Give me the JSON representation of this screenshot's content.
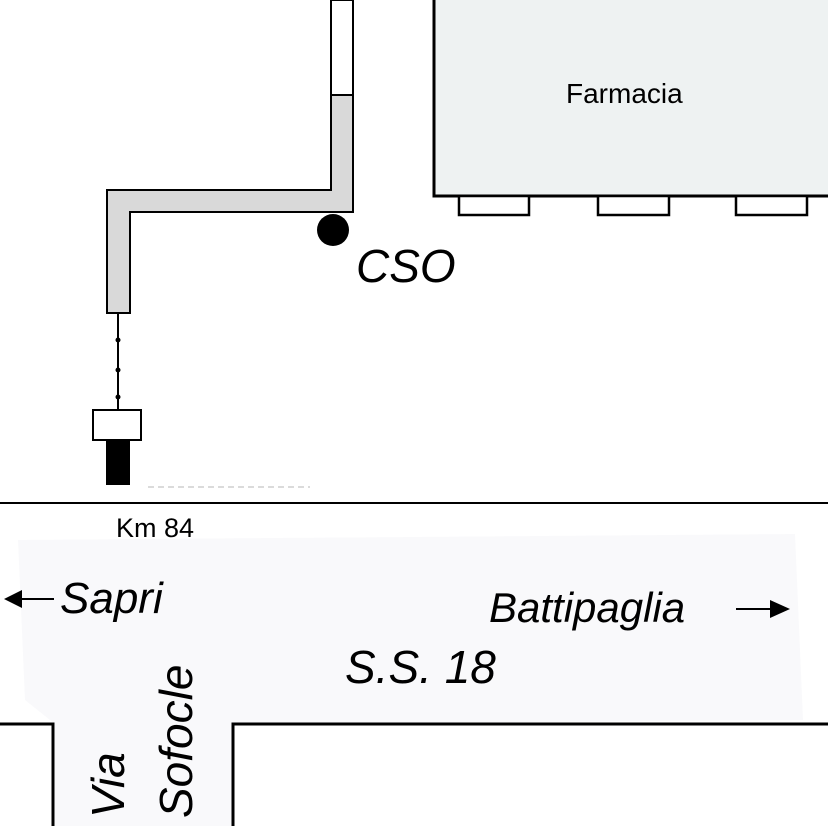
{
  "map": {
    "building_label": "Farmacia",
    "marker_label": "CSO",
    "km_label": "Km 84",
    "direction_left": "Sapri",
    "direction_right": "Battipaglia",
    "road_name": "S.S. 18",
    "street_name_line1": "Via",
    "street_name_line2": "Sofocle"
  },
  "colors": {
    "pipe_fill": "#d9d9d9",
    "building_fill": "#eef2f2",
    "road_fill": "#f9f9fb",
    "ink": "#000000"
  }
}
